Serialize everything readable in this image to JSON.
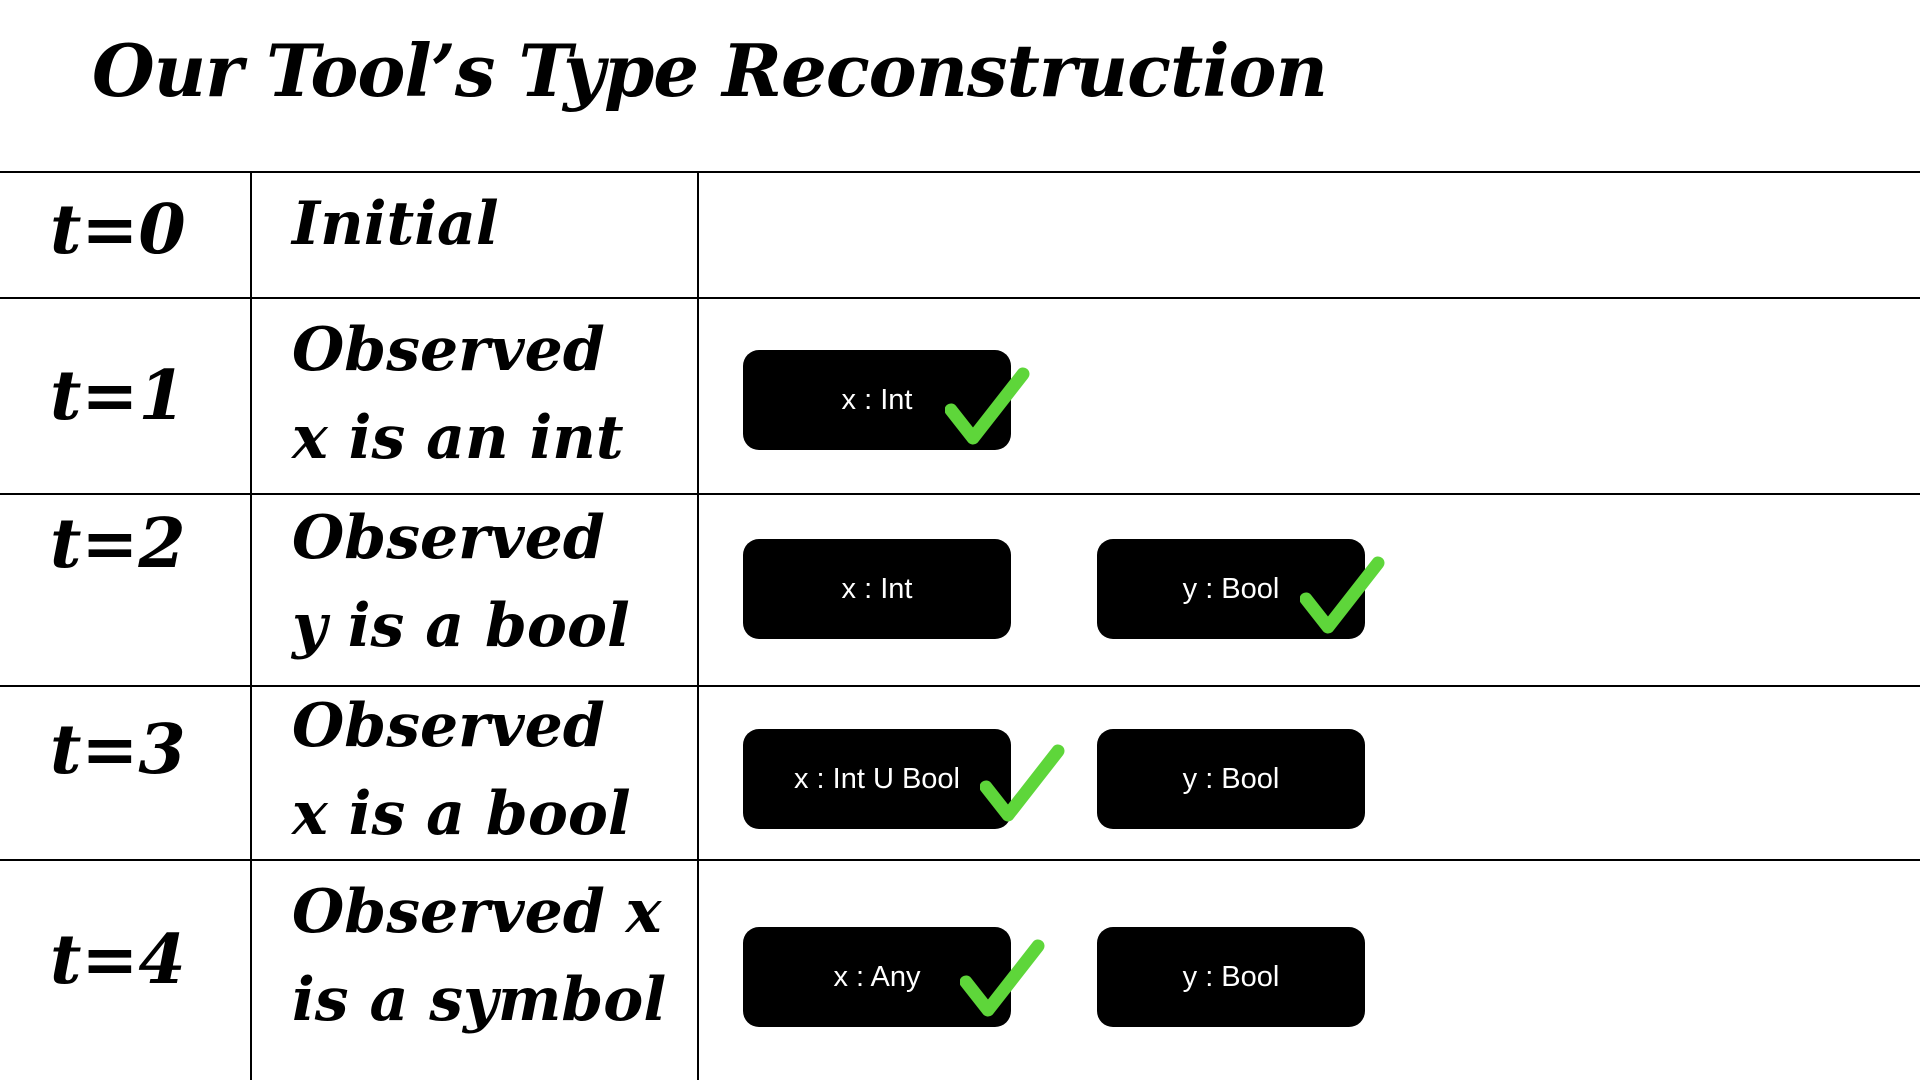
{
  "title": "Our Tool’s Type Reconstruction",
  "rows": [
    {
      "time": "t=0",
      "lines": [
        "Initial"
      ],
      "chips": []
    },
    {
      "time": "t=1",
      "lines": [
        "Observed",
        "x is an int"
      ],
      "chips": [
        {
          "label": "x : Int",
          "checked": true
        }
      ]
    },
    {
      "time": "t=2",
      "lines": [
        "Observed",
        "y is a bool"
      ],
      "chips": [
        {
          "label": "x : Int",
          "checked": false
        },
        {
          "label": "y : Bool",
          "checked": true
        }
      ]
    },
    {
      "time": "t=3",
      "lines": [
        "Observed",
        "x is a bool"
      ],
      "chips": [
        {
          "label": "x : Int U Bool",
          "checked": true
        },
        {
          "label": "y : Bool",
          "checked": false
        }
      ]
    },
    {
      "time": "t=4",
      "lines": [
        "Observed x",
        "is a symbol"
      ],
      "chips": [
        {
          "label": "x : Any",
          "checked": true
        },
        {
          "label": "y : Bool",
          "checked": false
        }
      ]
    }
  ],
  "colors": {
    "chip": "#000000",
    "chip_text": "#ffffff",
    "check": "#5ed63a",
    "line": "#000000"
  },
  "icons": {
    "check": "check-icon"
  }
}
